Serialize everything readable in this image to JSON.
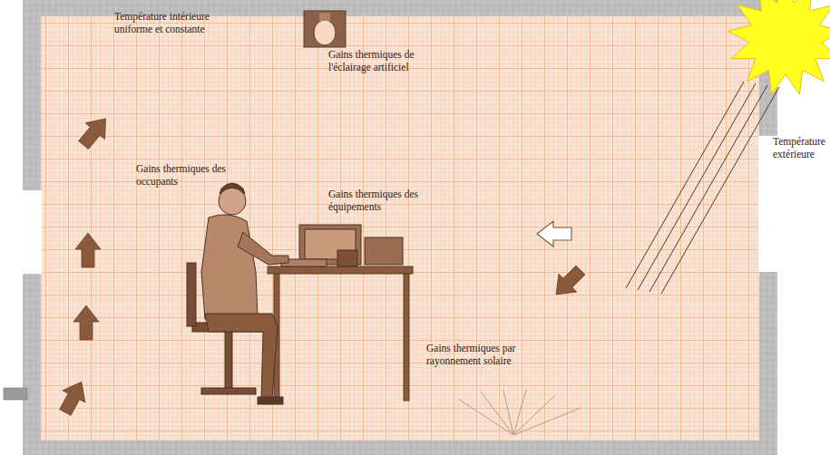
{
  "diagram": {
    "labels": [
      "Température intérieure uniforme et constante",
      "Gains thermiques de l'éclairage artificiel",
      "Gains thermiques des occupants",
      "Gains thermiques des équipements",
      "Gains thermiques par rayonnement solaire",
      "Température extérieure"
    ]
  }
}
